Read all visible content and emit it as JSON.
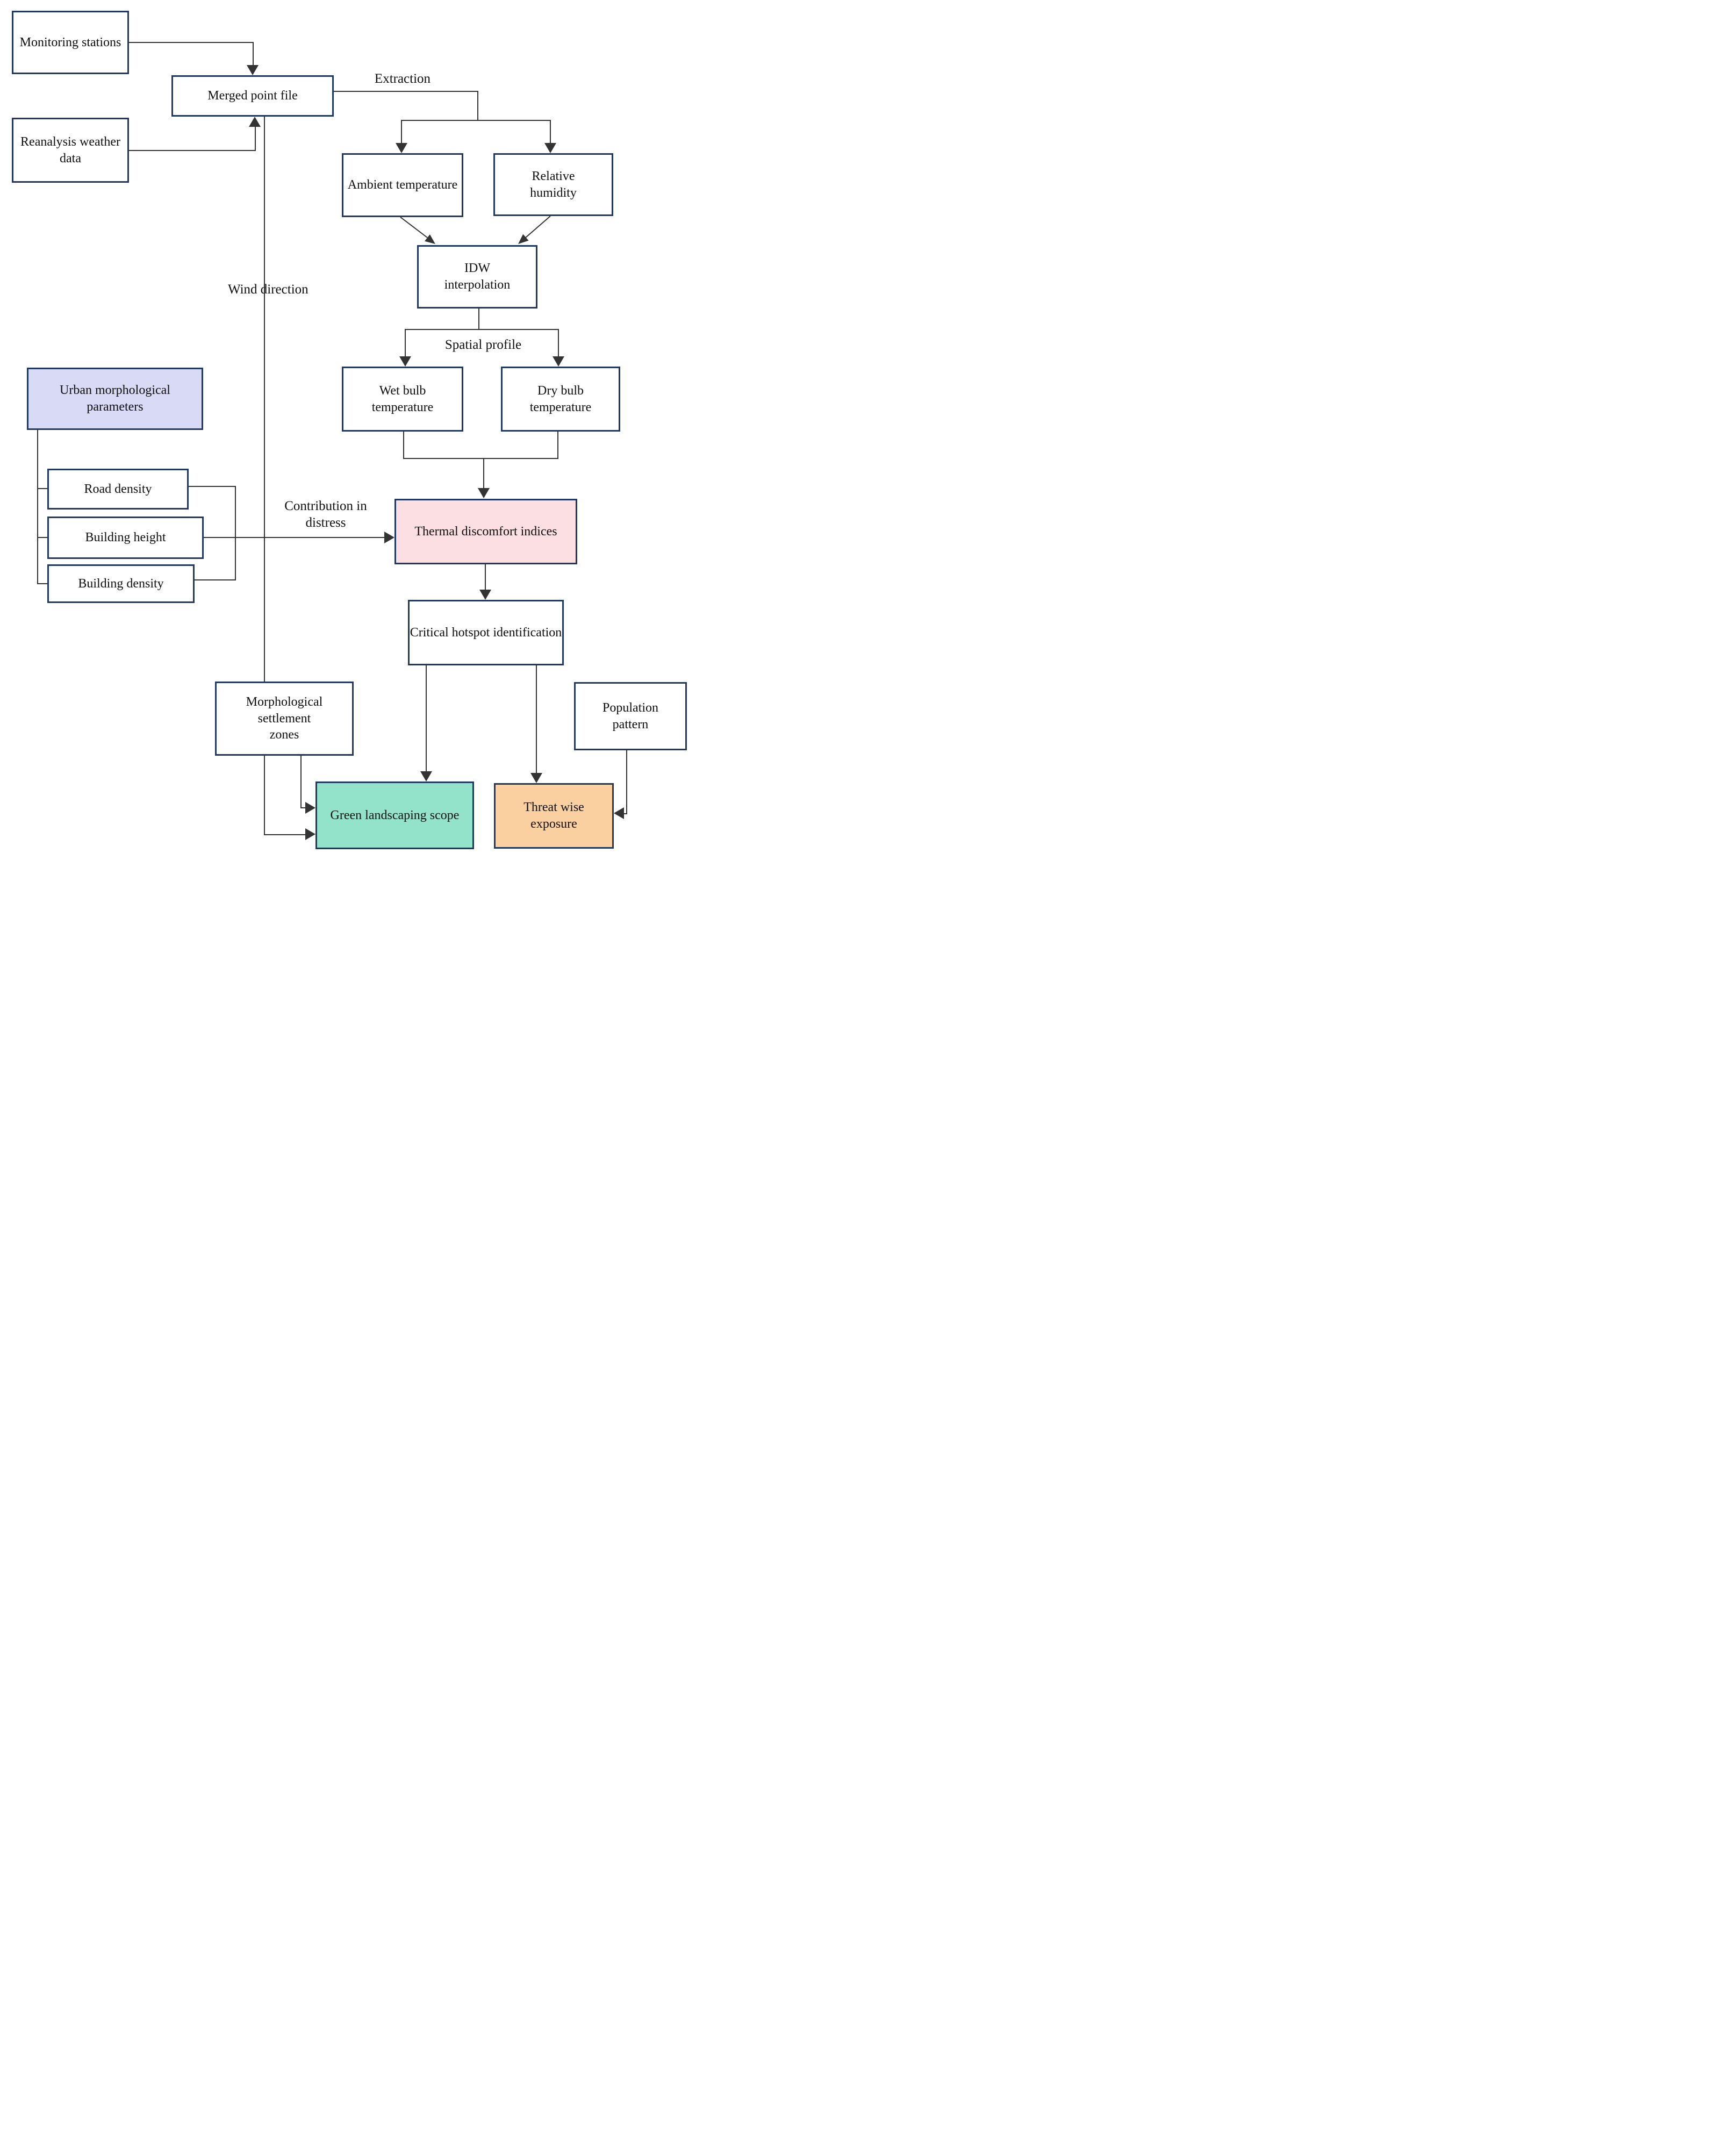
{
  "nodes": {
    "monitoring": {
      "label": "Monitoring stations"
    },
    "reanalysis": {
      "label": "Reanalysis weather data"
    },
    "merged": {
      "label": "Merged point file"
    },
    "ambient": {
      "label": "Ambient temperature"
    },
    "humidity": {
      "label": "Relative humidity"
    },
    "idw": {
      "label": "IDW interpolation"
    },
    "wetbulb": {
      "label": "Wet bulb temperature"
    },
    "drybulb": {
      "label": "Dry bulb temperature"
    },
    "urban": {
      "label": "Urban morphological parameters"
    },
    "road": {
      "label": "Road density"
    },
    "bheight": {
      "label": "Building height"
    },
    "bdensity": {
      "label": "Building density"
    },
    "thermal": {
      "label": "Thermal discomfort indices"
    },
    "critical": {
      "label": "Critical hotspot identification"
    },
    "morph": {
      "label": "Morphological settlement zones"
    },
    "population": {
      "label": "Population pattern"
    },
    "green": {
      "label": "Green landscaping scope"
    },
    "threat": {
      "label": "Threat wise exposure"
    }
  },
  "edge_labels": {
    "extraction": "Extraction",
    "spatial": "Spatial profile",
    "wind": "Wind direction",
    "contribution": "Contribution in distress"
  },
  "theme": {
    "navy": "#1f3864",
    "line": "#333333",
    "lavender": "#d9daf6",
    "pink": "#fbdfe3",
    "green": "#92e3c9",
    "orange": "#fbd0a0",
    "text": "#0f0f0f",
    "bg": "#ffffff"
  }
}
